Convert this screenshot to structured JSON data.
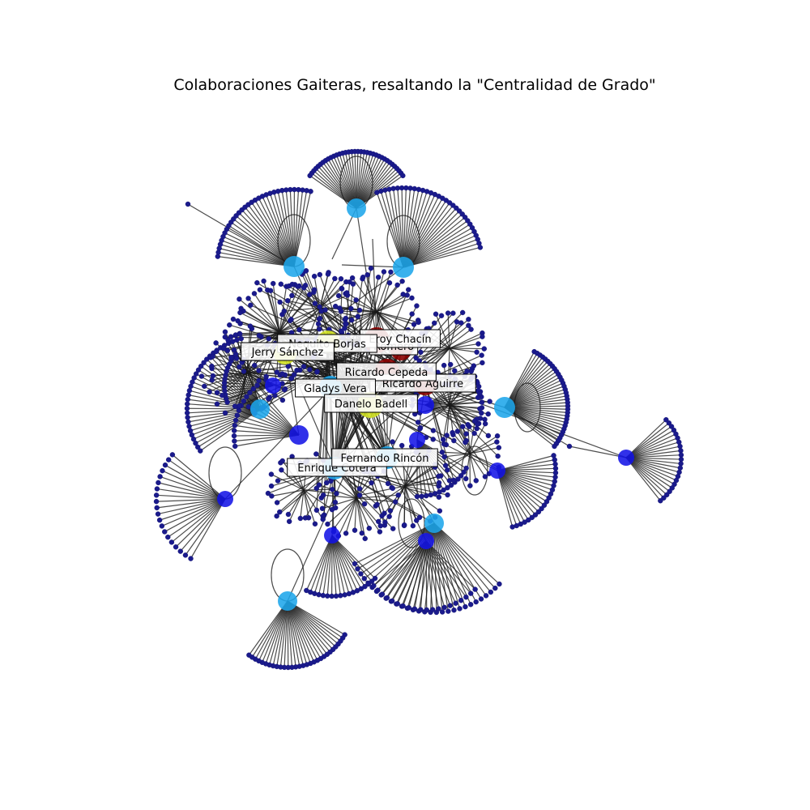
{
  "title": "Colaboraciones Gaiteras, resaltando la \"Centralidad de Grado\"",
  "colors": {
    "leaf_node": "#1a1a8c",
    "edge": "#1a1a1a",
    "low_centrality": "#1515e6",
    "mid_centrality": "#1ea6ea",
    "high_centrality": "#cfe020",
    "top_centrality": "#8b0000"
  },
  "highlighted_nodes": [
    {
      "name": "Eroy Chacín",
      "centrality": "top"
    },
    {
      "name": "Neguito Borjas",
      "centrality": "high"
    },
    {
      "name": "Jerry Sánchez",
      "centrality": "high"
    },
    {
      "name": "Ricardo Cepeda",
      "centrality": "top"
    },
    {
      "name": "Ricardo Aguirre",
      "centrality": "top"
    },
    {
      "name": "Gladys Vera",
      "centrality": "mid"
    },
    {
      "name": "Danelo Badell",
      "centrality": "high"
    },
    {
      "name": "Fernando Rincón",
      "centrality": "mid"
    },
    {
      "name": "Enrique Cotera",
      "centrality": "mid"
    },
    {
      "name": "Romero",
      "centrality": "top"
    }
  ]
}
